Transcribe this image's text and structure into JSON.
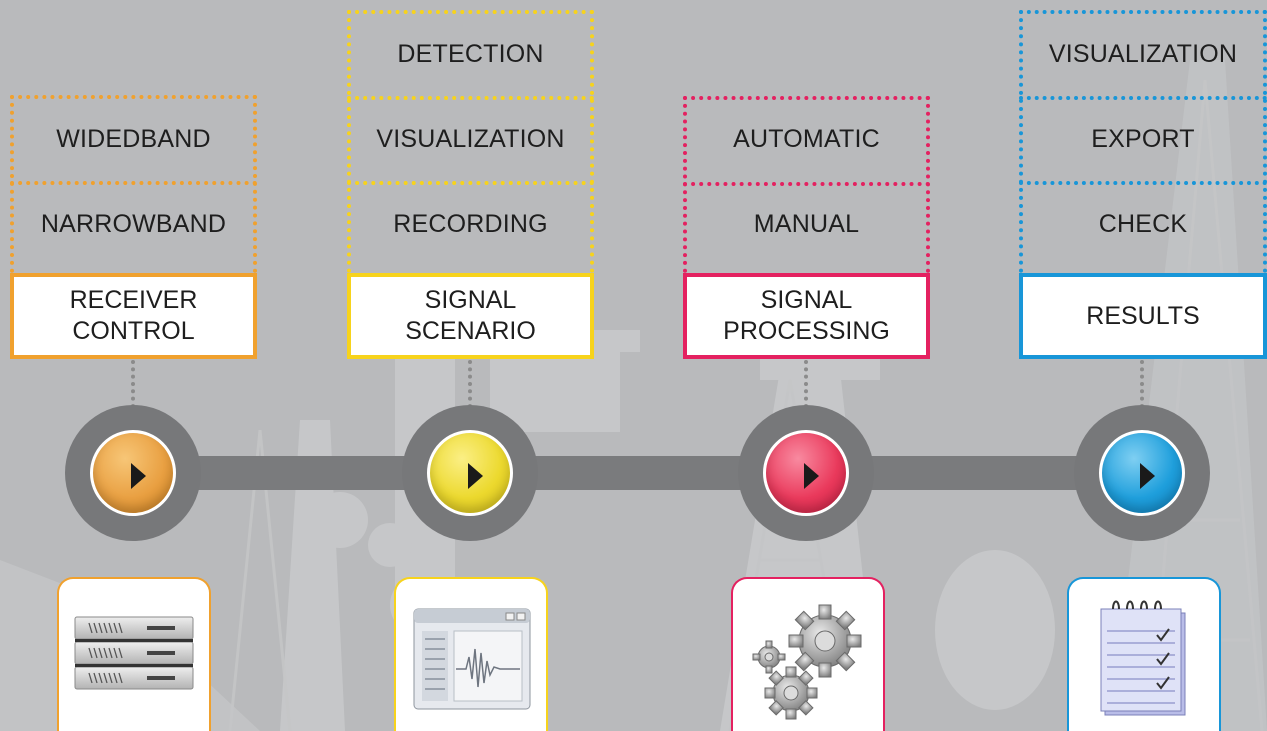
{
  "stages": [
    {
      "id": "receiver-control",
      "title_lines": [
        "RECEIVER",
        "CONTROL"
      ],
      "sub_items": [
        "WIDEDBAND",
        "NARROWBAND"
      ],
      "color": "#f0a12e",
      "icon": "server-rack-icon"
    },
    {
      "id": "signal-scenario",
      "title_lines": [
        "SIGNAL",
        "SCENARIO"
      ],
      "sub_items": [
        "DETECTION",
        "VISUALIZATION",
        "RECORDING"
      ],
      "color": "#f7d31c",
      "icon": "signal-window-icon"
    },
    {
      "id": "signal-processing",
      "title_lines": [
        "SIGNAL",
        "PROCESSING"
      ],
      "sub_items": [
        "AUTOMATIC",
        "MANUAL"
      ],
      "color": "#e42160",
      "icon": "gears-icon"
    },
    {
      "id": "results",
      "title_lines": [
        "RESULTS"
      ],
      "sub_items": [
        "VISUALIZATION",
        "EXPORT",
        "CHECK"
      ],
      "color": "#1896d8",
      "icon": "checklist-notepad-icon"
    }
  ],
  "background_color": "#b9babc",
  "track_color": "#7a7b7d"
}
